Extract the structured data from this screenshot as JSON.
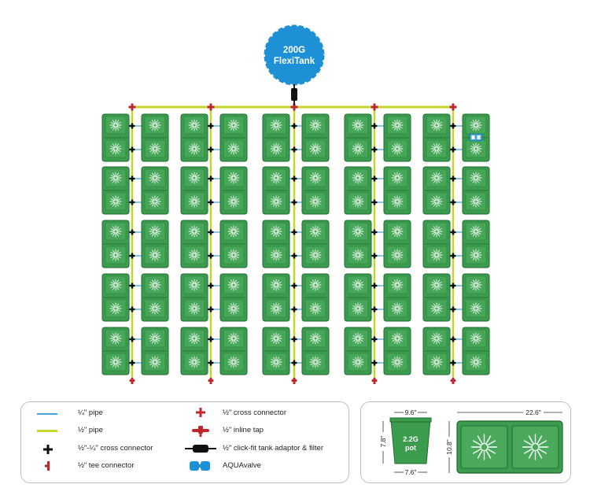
{
  "tank": {
    "line1": "200G",
    "line2": "FlexiTank"
  },
  "grid": {
    "row_count": 5,
    "pair_count": 5
  },
  "legend": {
    "items": [
      {
        "label": "¼\" pipe",
        "symbol": "pipe-quarter"
      },
      {
        "label": "½\" pipe",
        "symbol": "pipe-half"
      },
      {
        "label": "½\"-¼\" cross connector",
        "symbol": "cross-small"
      },
      {
        "label": "½\" tee connector",
        "symbol": "tee"
      },
      {
        "label": "½\" cross connector",
        "symbol": "cross-red"
      },
      {
        "label": "½\" inline tap",
        "symbol": "inline-tap"
      },
      {
        "label": "½\" click-fit tank adaptor & filter",
        "symbol": "tank-adaptor"
      },
      {
        "label": "AQUAvalve",
        "symbol": "aquavalve"
      }
    ]
  },
  "dimensions": {
    "pot_top": "9.6\"",
    "pot_height": "7.8\"",
    "pot_bottom": "7.6\"",
    "pot_label_1": "2.2G",
    "pot_label_2": "pot",
    "tray_width": "22.6\"",
    "tray_height": "10.8\""
  },
  "colors": {
    "tray": "#3c9c4e",
    "tray_dark": "#1f6a2f",
    "half_pipe": "#c8d52a",
    "quarter_pipe": "#3fa9d8",
    "tank": "#1e90d6",
    "connector_red": "#c0272d"
  }
}
